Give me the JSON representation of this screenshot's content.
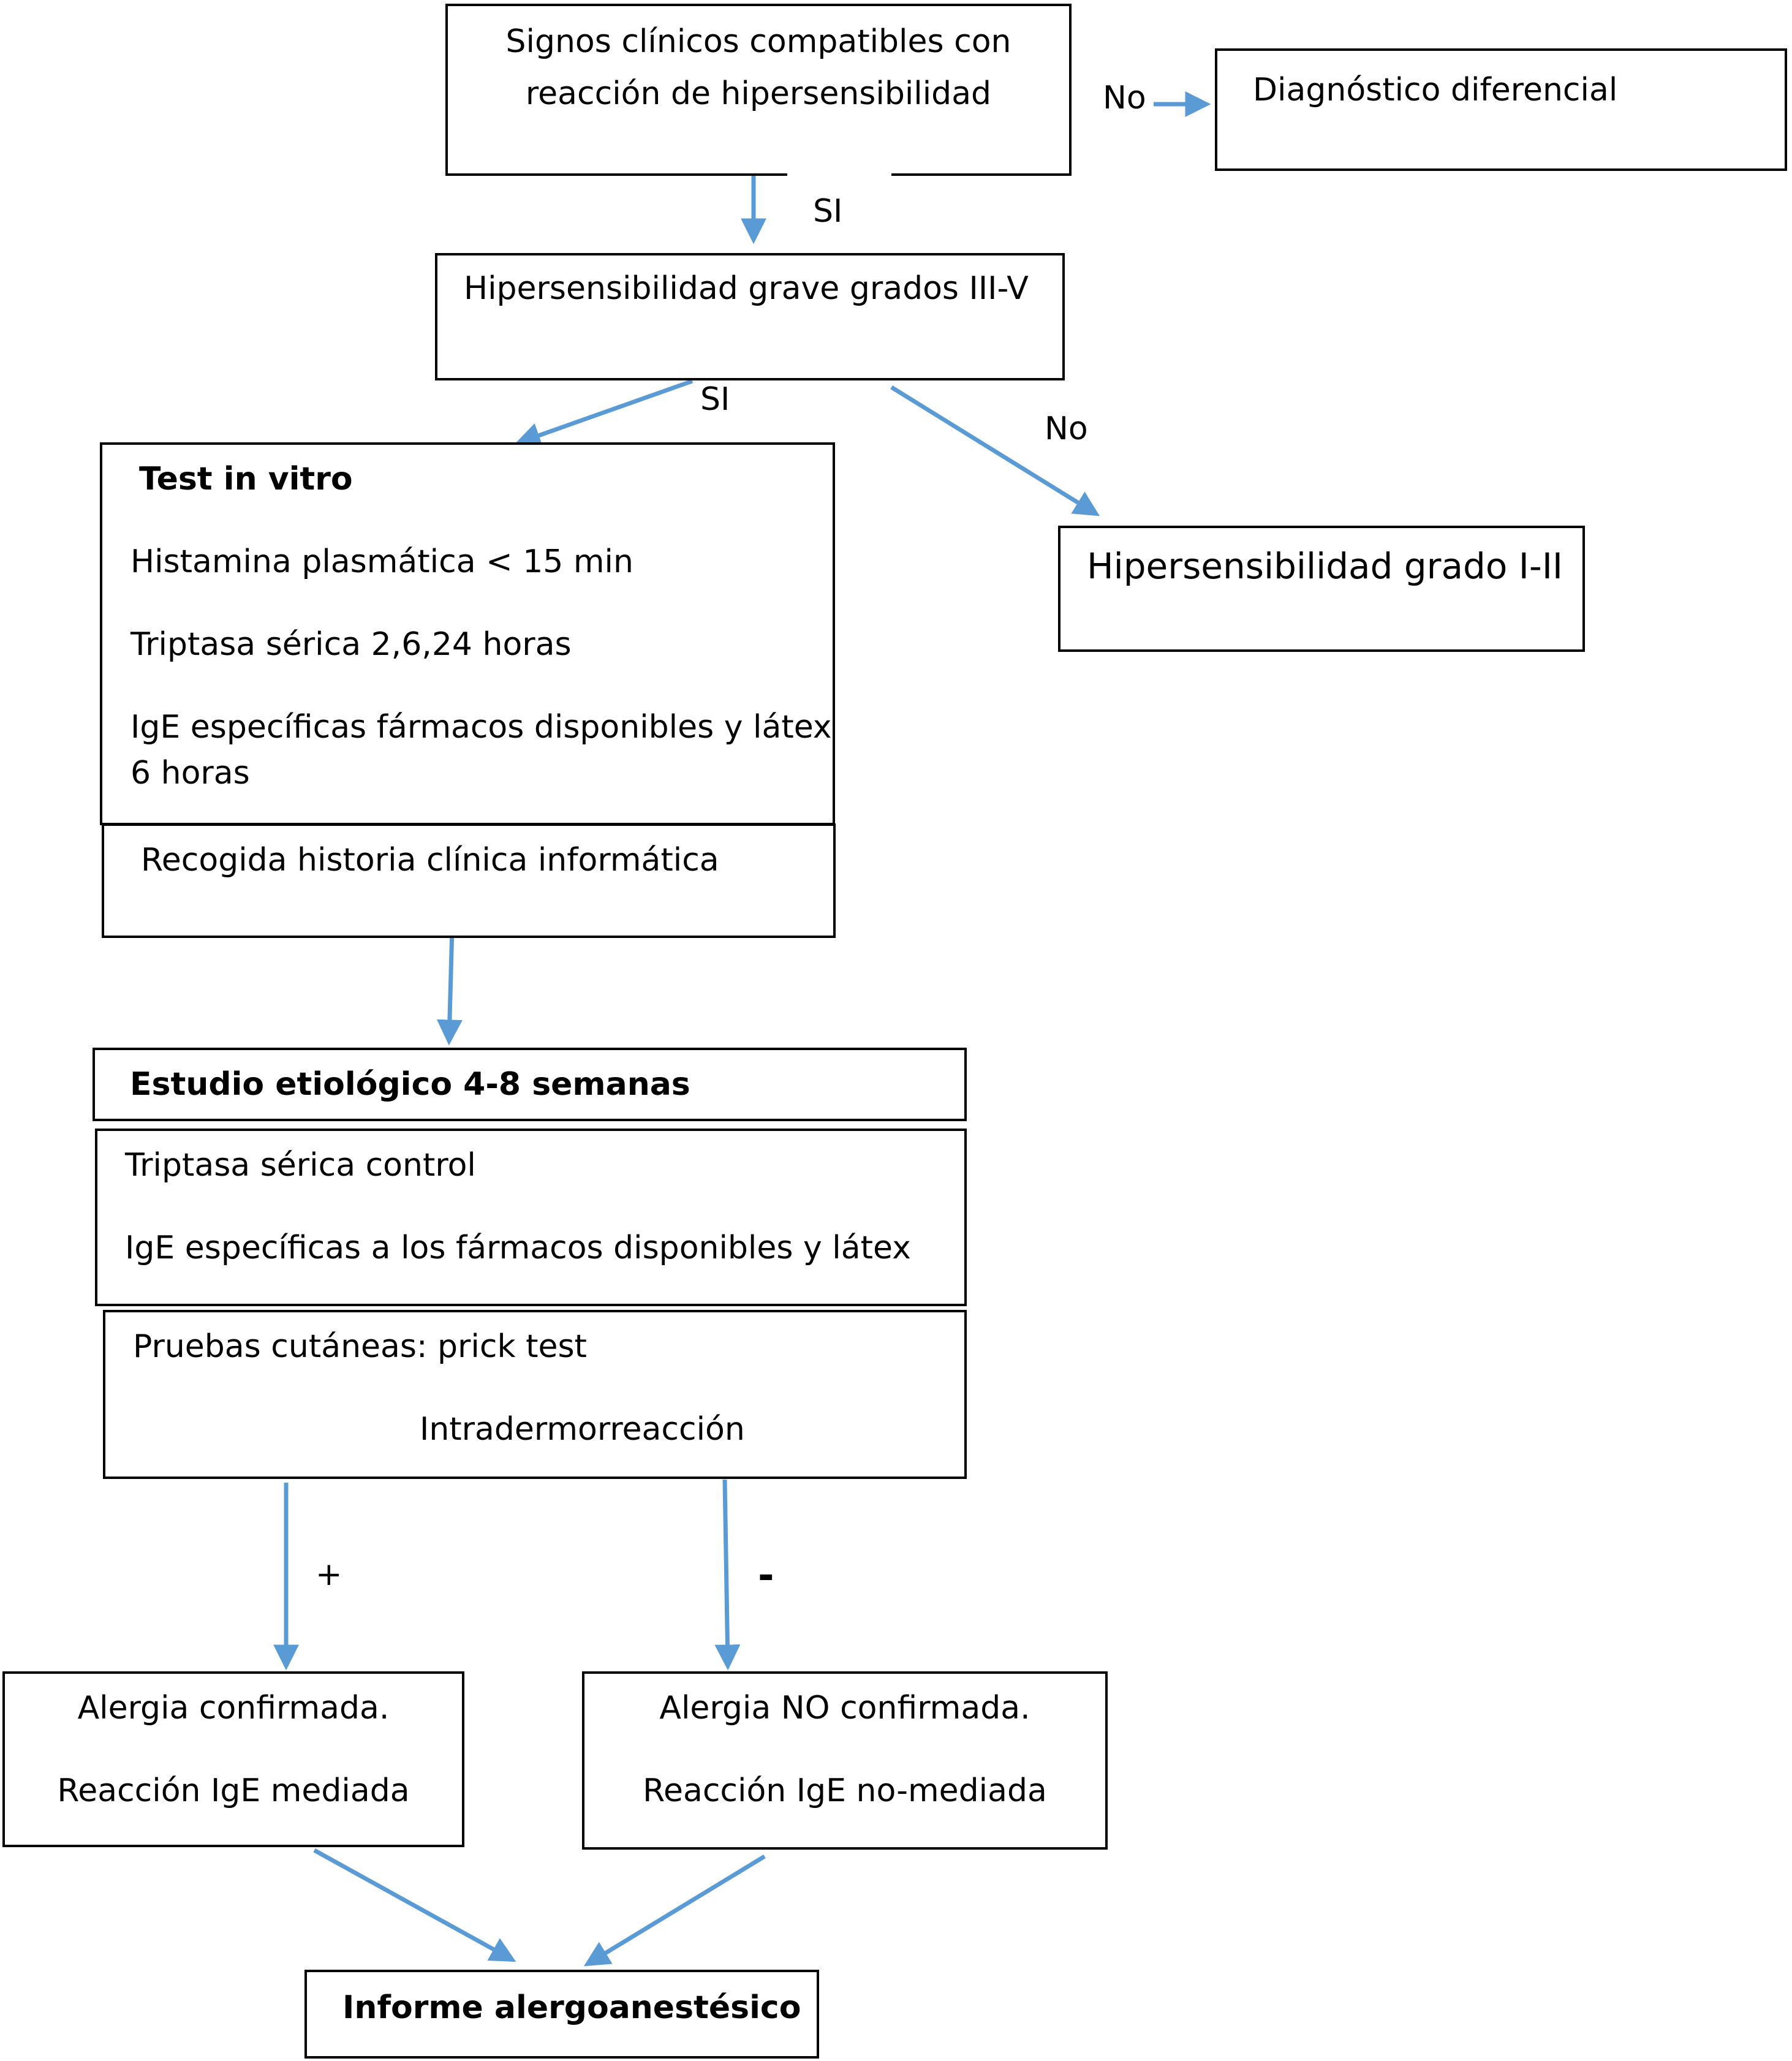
{
  "boxes": {
    "signs": {
      "line1": "Signos clínicos compatibles con",
      "line2": "reacción de hipersensibilidad"
    },
    "differential": "Diagnóstico diferencial",
    "severe": "Hipersensibilidad grave grados III-V",
    "grade12": "Hipersensibilidad grado I-II",
    "in_vitro": {
      "title": "Test in vitro",
      "item1": "Histamina plasmática < 15 min",
      "item2": "Triptasa sérica 2,6,24 horas",
      "item3a": "IgE específicas fármacos disponibles y látex",
      "item3b": "6 horas"
    },
    "history": "Recogida historia clínica informática",
    "etiologic": "Estudio etiológico 4-8 semanas",
    "control": {
      "item1": "Triptasa sérica control",
      "item2": "IgE específicas a los fármacos disponibles  y látex"
    },
    "skin": {
      "item1": "Pruebas cutáneas: prick test",
      "item2": "Intradermorreacción"
    },
    "confirmed": {
      "line1": "Alergia confirmada.",
      "line2": "Reacción IgE mediada"
    },
    "not_confirmed": {
      "line1": "Alergia NO confirmada.",
      "line2": "Reacción IgE no-mediada"
    },
    "report": "Informe alergoanestésico"
  },
  "labels": {
    "no_top": "No",
    "si_1": "SI",
    "si_2": "SI",
    "no_2": "No",
    "plus": "+",
    "minus": "-"
  },
  "colors": {
    "arrow": "#5b9bd5",
    "border": "#000000"
  }
}
